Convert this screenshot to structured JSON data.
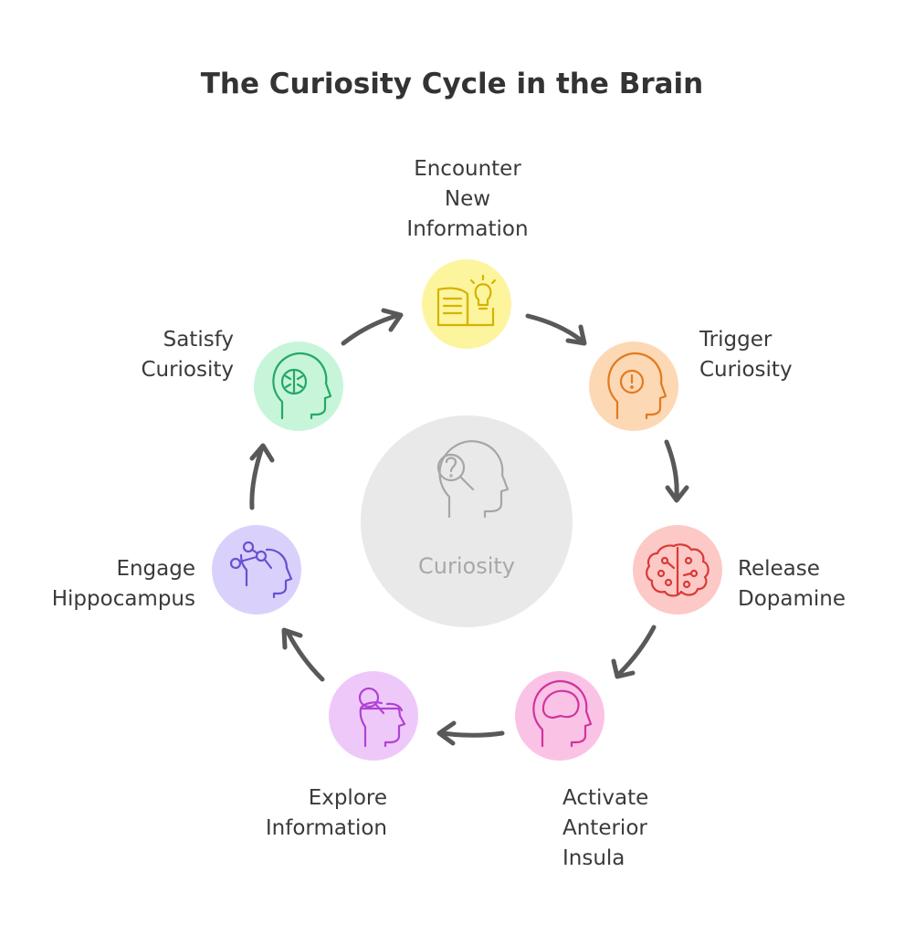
{
  "title": "The Curiosity Cycle in the Brain",
  "center": {
    "label": "Curiosity",
    "icon": "head-question-magnifier-icon",
    "color": "#e9e9e9"
  },
  "steps": [
    {
      "id": "encounter",
      "lines": [
        "Encounter",
        "New",
        "Information"
      ],
      "icon": "book-lightbulb-icon",
      "color": "#fdf49e",
      "stroke": "#d4b400"
    },
    {
      "id": "trigger",
      "lines": [
        "Trigger",
        "Curiosity"
      ],
      "icon": "head-exclamation-icon",
      "color": "#fdd8b4",
      "stroke": "#e07b22"
    },
    {
      "id": "release",
      "lines": [
        "Release",
        "Dopamine"
      ],
      "icon": "brain-neurons-icon",
      "color": "#fcc9c6",
      "stroke": "#d83a36"
    },
    {
      "id": "activate",
      "lines": [
        "Activate",
        "Anterior",
        "Insula"
      ],
      "icon": "head-brain-icon",
      "color": "#fac3e6",
      "stroke": "#d0349e"
    },
    {
      "id": "explore",
      "lines": [
        "Explore",
        "Information"
      ],
      "icon": "head-open-magnifier-icon",
      "color": "#efc8fa",
      "stroke": "#b042d4"
    },
    {
      "id": "engage",
      "lines": [
        "Engage",
        "Hippocampus"
      ],
      "icon": "head-nodes-icon",
      "color": "#d9d1fb",
      "stroke": "#6c4fd0"
    },
    {
      "id": "satisfy",
      "lines": [
        "Satisfy",
        "Curiosity"
      ],
      "icon": "head-balanced-brain-icon",
      "color": "#c7f5da",
      "stroke": "#24a866"
    }
  ],
  "arrow_color": "#595959"
}
